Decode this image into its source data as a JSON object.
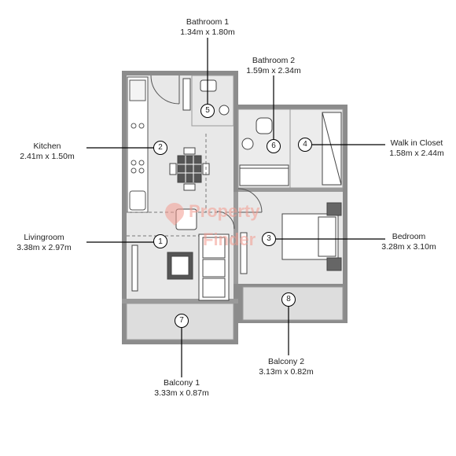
{
  "watermark": {
    "line1": "Property",
    "line2": "Finder",
    "color": "#f27a6c"
  },
  "rooms": [
    {
      "number": "1",
      "name": "Livingroom",
      "size": "3.38m x 2.97m"
    },
    {
      "number": "2",
      "name": "Kitchen",
      "size": "2.41m x 1.50m"
    },
    {
      "number": "3",
      "name": "Bedroom",
      "size": "3.28m x 3.10m"
    },
    {
      "number": "4",
      "name": "Walk in Closet",
      "size": "1.58m x 2.44m"
    },
    {
      "number": "5",
      "name": "Bathroom 1",
      "size": "1.34m x 1.80m"
    },
    {
      "number": "6",
      "name": "Bathroom 2",
      "size": "1.59m x 2.34m"
    },
    {
      "number": "7",
      "name": "Balcony 1",
      "size": "3.33m x 0.87m"
    },
    {
      "number": "8",
      "name": "Balcony 2",
      "size": "3.13m x 0.82m"
    }
  ],
  "colors": {
    "wall": "#8c8c8c",
    "floor": "#e6e6e6",
    "balcony": "#dcdcdc",
    "line": "#000000"
  }
}
